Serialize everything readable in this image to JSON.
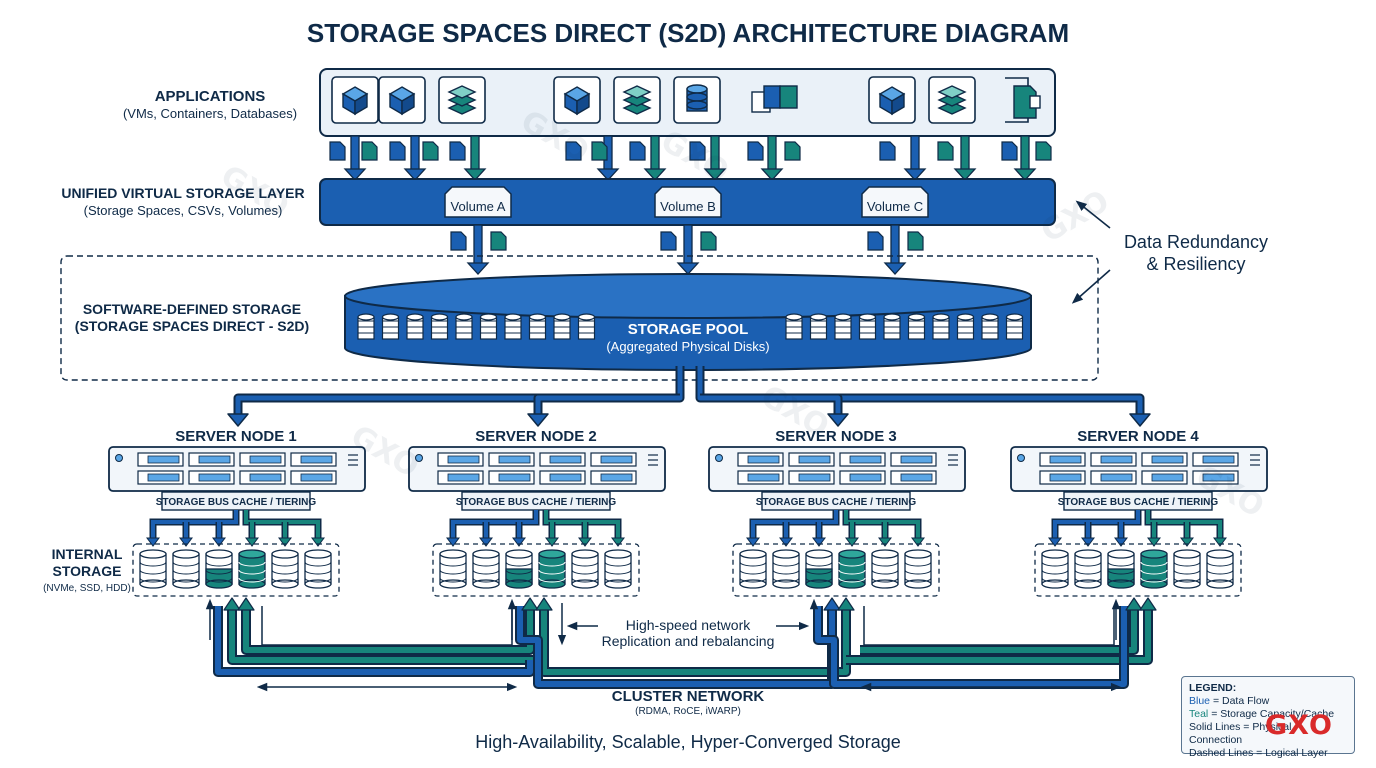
{
  "title": "STORAGE SPACES DIRECT (S2D) ARCHITECTURE DIAGRAM",
  "applications": {
    "label": "APPLICATIONS",
    "sub": "(VMs, Containers, Databases)"
  },
  "virtual_layer": {
    "label": "UNIFIED VIRTUAL STORAGE LAYER",
    "sub": "(Storage Spaces, CSVs, Volumes)"
  },
  "volumes": [
    "Volume A",
    "Volume B",
    "Volume C"
  ],
  "redundancy": {
    "line1": "Data Redundancy",
    "line2": "& Resiliency"
  },
  "sds": {
    "line1": "SOFTWARE-DEFINED STORAGE",
    "line2": "(STORAGE SPACES DIRECT - S2D)"
  },
  "pool": {
    "label": "STORAGE POOL",
    "sub": "(Aggregated Physical Disks)"
  },
  "nodes": [
    "SERVER NODE 1",
    "SERVER NODE 2",
    "SERVER NODE 3",
    "SERVER NODE 4"
  ],
  "cache_label": "STORAGE BUS CACHE / TIERING",
  "internal_storage": {
    "line1": "INTERNAL",
    "line2": "STORAGE",
    "sub": "(NVMe, SSD, HDD)"
  },
  "network_note": {
    "line1": "High-speed network",
    "line2": "Replication and rebalancing"
  },
  "cluster_network": {
    "label": "CLUSTER NETWORK",
    "sub": "(RDMA, RoCE, iWARP)"
  },
  "footer": "High-Availability, Scalable, Hyper-Converged Storage",
  "legend": {
    "title": "LEGEND:",
    "items": [
      {
        "key": "Blue",
        "text": "= Data Flow"
      },
      {
        "key": "Teal",
        "text": "= Storage Capacity/Cache"
      },
      {
        "key": "Solid Lines",
        "text": "= Physical Connection"
      },
      {
        "key": "Dashed Lines",
        "text": "= Logical Layer"
      }
    ]
  },
  "watermark": "GXO",
  "colors": {
    "blue": "#1b5fb1",
    "teal": "#17857c",
    "navy": "#0f2a47",
    "light": "#eaf1f8"
  }
}
